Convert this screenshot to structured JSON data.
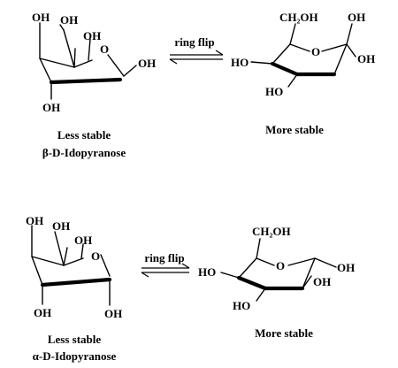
{
  "labels": {
    "oh": "OH",
    "ho": "HO",
    "o": "O",
    "ch2oh": "CH₂OH",
    "ring_flip": "ring flip",
    "less_stable": "Less stable",
    "more_stable": "More stable"
  },
  "top": {
    "anomer_name": "β-D-Idopyranose"
  },
  "bottom": {
    "anomer_name": "α-D-Idopyranose"
  }
}
